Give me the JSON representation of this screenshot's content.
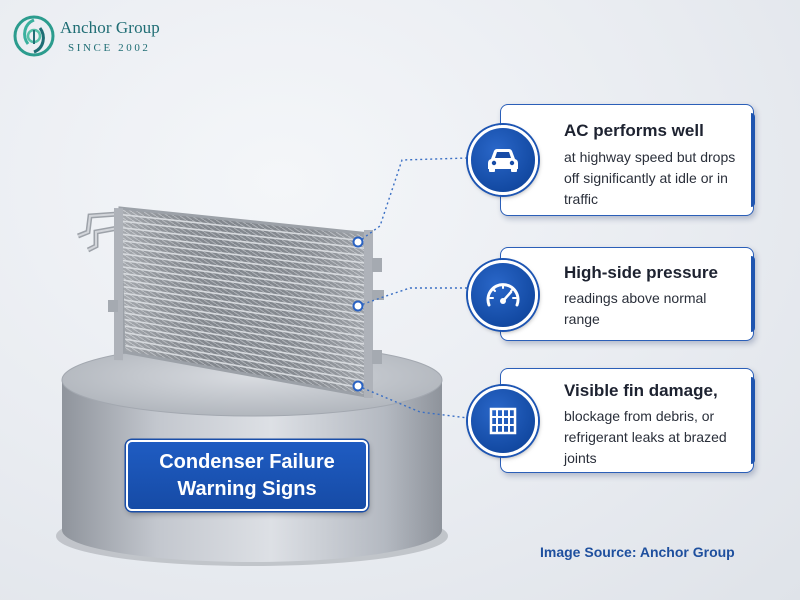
{
  "logo": {
    "name": "Anchor Group",
    "since": "SINCE 2002",
    "color": "#1f6d74"
  },
  "title_badge": {
    "line1": "Condenser Failure",
    "line2": "Warning Signs",
    "color": "#1a56b8"
  },
  "signs": [
    {
      "icon": "car-icon",
      "title": "AC performs well",
      "body": "at highway speed but drops off significantly at idle or in traffic"
    },
    {
      "icon": "gauge-icon",
      "title": "High-side pressure",
      "body": "readings above normal range"
    },
    {
      "icon": "radiator-grid-icon",
      "title": "Visible fin damage,",
      "body": "blockage from debris, or refrigerant leaks at brazed joints"
    }
  ],
  "image_source": "Image Source: Anchor Group",
  "accent_color": "#1f55b0"
}
